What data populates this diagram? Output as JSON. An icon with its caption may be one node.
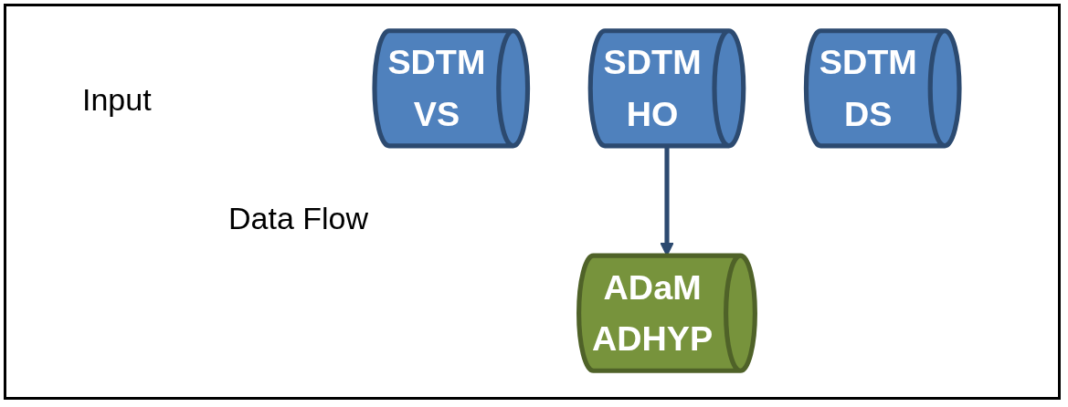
{
  "diagram": {
    "nodes": [
      {
        "text": [
          "SDTM VS"
        ]
      },
      {
        "text": [
          "SDTM HO"
        ]
      },
      {
        "text": [
          "SDTM DS"
        ]
      },
      {
        "text": [
          "ADaM ADHYP"
        ]
      }
    ],
    "edges": [
      {
        "from": 1,
        "to": 3,
        "arrow": "to"
      }
    ],
    "labels": [
      "Input",
      "Data Flow"
    ]
  }
}
